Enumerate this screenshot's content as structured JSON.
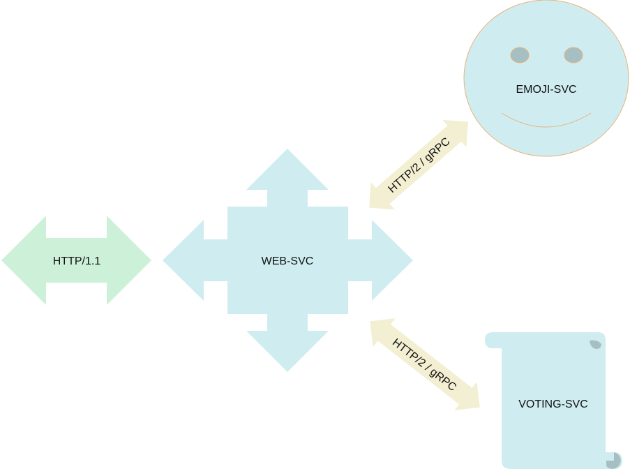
{
  "diagram": {
    "nodes": {
      "http11": {
        "label": "HTTP/1.1",
        "shape": "left-right-arrow",
        "color": "#cdf0d8"
      },
      "web": {
        "label": "WEB-SVC",
        "shape": "quad-arrow",
        "color": "#cfedf1"
      },
      "emoji": {
        "label": "EMOJI-SVC",
        "shape": "smiley-face",
        "color": "#cfedf1",
        "outline": "#e8b27a",
        "eye_color": "#a6bfc3"
      },
      "voting": {
        "label": "VOTING-SVC",
        "shape": "scroll",
        "color": "#cfedf1",
        "curl_color": "#a6bfc3"
      }
    },
    "edges": [
      {
        "from": "WEB-SVC",
        "to": "EMOJI-SVC",
        "label": "HTTP/2 / gRPC",
        "color": "#f3efd2"
      },
      {
        "from": "WEB-SVC",
        "to": "VOTING-SVC",
        "label": "HTTP/2 / gRPC",
        "color": "#f3efd2"
      }
    ]
  }
}
